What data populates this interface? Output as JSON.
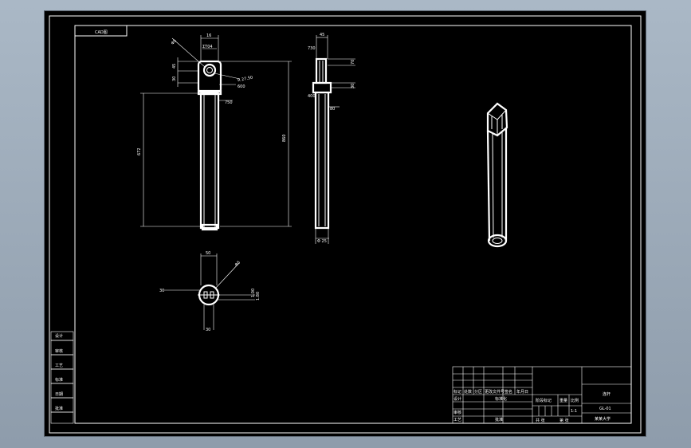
{
  "drawing": {
    "corner_tag": "CAD图",
    "front_view": {
      "dims": {
        "dia_top": "Φ5",
        "width_top": "16",
        "inner": "ΣΤ04",
        "ring_dia": "R 27.50",
        "d1": "45",
        "d2": "30",
        "d3": "600",
        "d4": "750",
        "height_left": "672",
        "height_right": "860"
      }
    },
    "side_view": {
      "dims": {
        "top": "45",
        "left": "730",
        "r1": "70",
        "r2": "30",
        "r3": "80",
        "r4": "400",
        "bottom": "Φ 25"
      }
    },
    "top_view": {
      "dims": {
        "top": "50",
        "dia": "Φ5",
        "left": "30",
        "r1": "1.00",
        "r2": "1.80",
        "bottom": "30"
      }
    }
  },
  "left_stamps": [
    "设计",
    "审核",
    "工艺",
    "标准",
    "日期",
    "批准"
  ],
  "title_block": {
    "header_row": [
      "标记",
      "处数",
      "分区",
      "更改文件号",
      "签名",
      "年月日"
    ],
    "row_design": [
      "设计",
      "标准化"
    ],
    "row_check": [
      "审核"
    ],
    "row_process": [
      "工艺",
      "批准"
    ],
    "stage_label": "阶段标记",
    "weight_label": "重量",
    "scale_label": "比例",
    "scale_value": "1:1",
    "sheet_info": [
      "共 张",
      "第 张"
    ],
    "part_name": "连杆",
    "drawing_no": "GL-01",
    "company": "某某大学"
  }
}
